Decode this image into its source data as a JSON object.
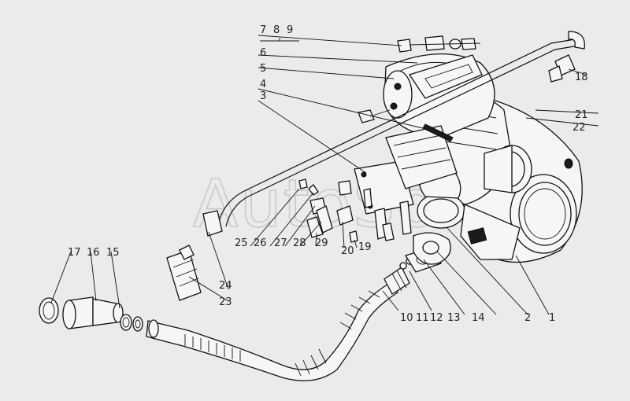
{
  "watermark": "AutoSoft",
  "callouts": [
    "1",
    "2",
    "3",
    "4",
    "5",
    "6",
    "7",
    "8",
    "9",
    "10",
    "11",
    "12",
    "13",
    "14",
    "15",
    "16",
    "17",
    "18",
    "19",
    "20",
    "21",
    "22",
    "23",
    "24",
    "25",
    "26",
    "27",
    "28",
    "29"
  ],
  "colors": {
    "background": "#ebebeb",
    "ink": "#111111",
    "watermark": "#c9c9c9"
  }
}
